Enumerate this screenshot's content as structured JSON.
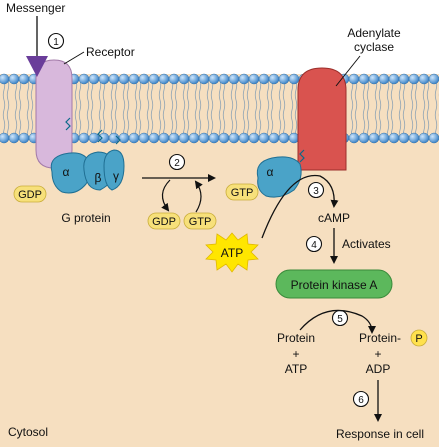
{
  "labels": {
    "messenger": "Messenger",
    "receptor": "Receptor",
    "adenylate_line1": "Adenylate",
    "adenylate_line2": "cyclase",
    "g_protein": "G protein",
    "camp": "cAMP",
    "activates": "Activates",
    "protein_kinase_a": "Protein kinase A",
    "protein": "Protein",
    "protein_dash": "Protein-",
    "plus": "+",
    "atp": "ATP",
    "adp": "ADP",
    "response": "Response in cell",
    "cytosol": "Cytosol",
    "p": "P"
  },
  "subunits": {
    "alpha": "α",
    "beta": "β",
    "gamma": "γ"
  },
  "molecules": {
    "gdp": "GDP",
    "gtp": "GTP",
    "atp": "ATP"
  },
  "steps": [
    "1",
    "2",
    "3",
    "4",
    "5",
    "6"
  ],
  "colors": {
    "cytosol": "#f6dfc0",
    "membrane_head": "#5b9bd5",
    "receptor": "#d8b8dc",
    "adenylate_cyclase": "#d9534f",
    "g_protein": "#4aa3c8",
    "gdp_gtp": "#f7e07a",
    "protein_kinase_a": "#5cb85c",
    "atp_star": "#ffe600",
    "messenger": "#6a3d9a",
    "phosphate": "#ffe14d"
  }
}
